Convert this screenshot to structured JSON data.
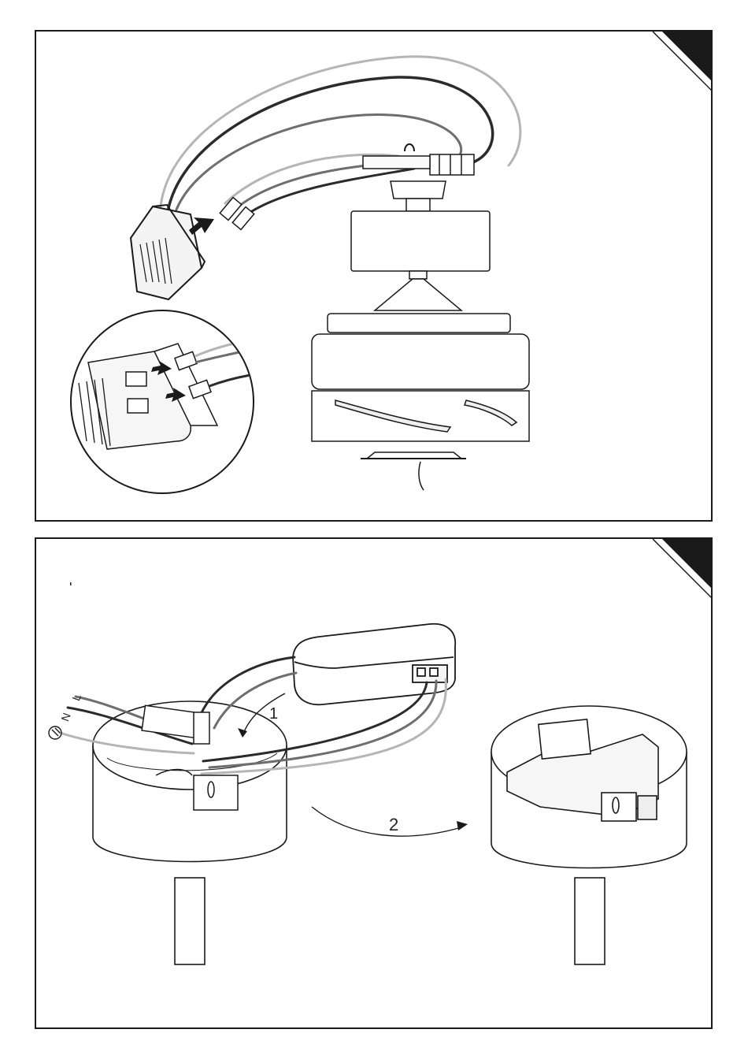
{
  "diagram": {
    "step1": {
      "wire_labels": {
        "live": "L",
        "neutral": "N"
      },
      "step_numbers": {
        "first": "1",
        "second": "2"
      }
    }
  },
  "colors": {
    "outline": "#1a1a1a",
    "wire_dark": "#2b2b2b",
    "wire_mid": "#6e6e6e",
    "wire_light": "#b5b5b5",
    "corner_tab": "#1a1a1a"
  }
}
